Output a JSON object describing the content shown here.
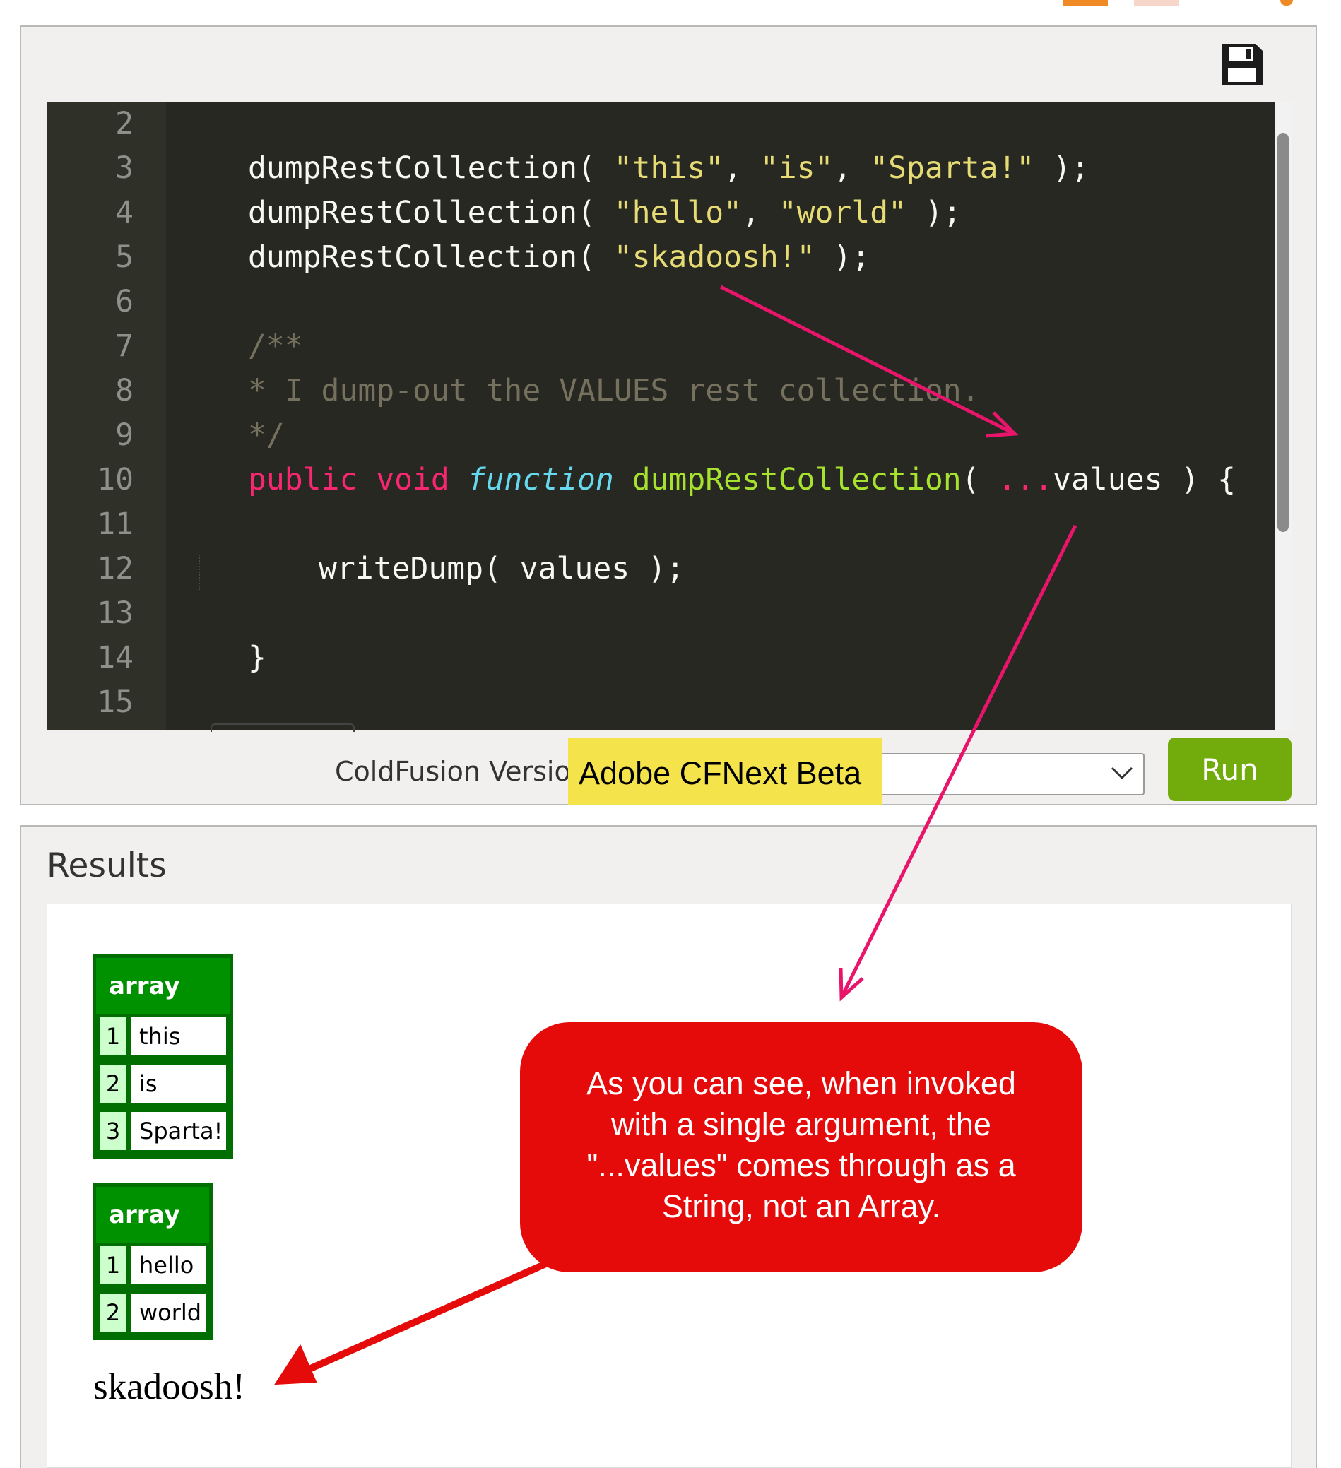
{
  "editor": {
    "line_numbers": [
      "2",
      "3",
      "4",
      "5",
      "6",
      "7",
      "8",
      "9",
      "10",
      "11",
      "12",
      "13",
      "14",
      "15"
    ],
    "lines": {
      "l3": {
        "fn": "dumpRestCollection( ",
        "a1": "\"this\"",
        "sep1": ", ",
        "a2": "\"is\"",
        "sep2": ", ",
        "a3": "\"Sparta!\"",
        "end": " );"
      },
      "l4": {
        "fn": "dumpRestCollection( ",
        "a1": "\"hello\"",
        "sep1": ", ",
        "a2": "\"world\"",
        "end": " );"
      },
      "l5": {
        "fn": "dumpRestCollection( ",
        "a1": "\"skadoosh!\"",
        "end": " );"
      },
      "l7": "/**",
      "l8": "* I dump-out the VALUES rest collection.",
      "l9": "*/",
      "l10": {
        "public": "public",
        "void": "void",
        "function": "function",
        "name": "dumpRestCollection",
        "open": "( ",
        "dots": "...",
        "param": "values",
        "close": " ) {"
      },
      "l12": "writeDump( values );",
      "l14": "}"
    }
  },
  "toolbar": {
    "save_icon": "save-icon",
    "cf_version_label": "ColdFusion Version",
    "cf_version_value": "Adobe CFNext Beta",
    "run_label": "Run"
  },
  "results": {
    "title": "Results",
    "dumps": [
      {
        "header": "array",
        "rows": [
          {
            "i": "1",
            "v": "this"
          },
          {
            "i": "2",
            "v": "is"
          },
          {
            "i": "3",
            "v": "Sparta!"
          }
        ]
      },
      {
        "header": "array",
        "rows": [
          {
            "i": "1",
            "v": "hello"
          },
          {
            "i": "2",
            "v": "world"
          }
        ]
      }
    ],
    "plain_output": "skadoosh!"
  },
  "callout": {
    "text": "As you can see, when invoked with a single argument, the \"...values\" comes through as a String, not an Array."
  },
  "colors": {
    "editor_bg": "#272822",
    "string": "#e6db74",
    "keyword": "#f92672",
    "function_name": "#a6e22e",
    "run_button": "#72ac0c",
    "highlight": "#f5e34b",
    "callout": "#e60b0b",
    "arrow_pink": "#e8156b",
    "dump_header": "#009100"
  }
}
